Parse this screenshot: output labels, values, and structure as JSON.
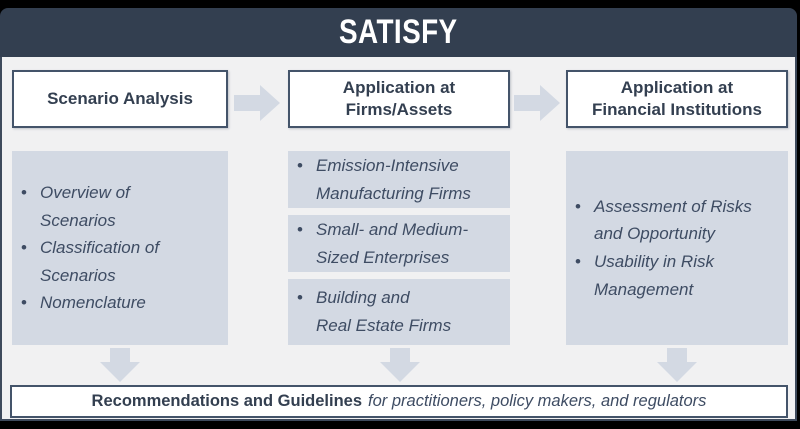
{
  "title": "SATISFY",
  "columns": [
    {
      "header": "Scenario Analysis",
      "boxes": [
        {
          "items": [
            "Overview of\nScenarios",
            "Classification of\nScenarios",
            "Nomenclature"
          ]
        }
      ]
    },
    {
      "header": "Application at\nFirms/Assets",
      "boxes": [
        {
          "items": [
            "Emission-Intensive\nManufacturing Firms"
          ]
        },
        {
          "items": [
            "Small- and Medium-\nSized Enterprises"
          ]
        },
        {
          "items": [
            "Building and\nReal Estate Firms"
          ]
        }
      ]
    },
    {
      "header": "Application at\nFinancial Institutions",
      "boxes": [
        {
          "items": [
            "Assessment of Risks\nand Opportunity",
            "Usability in Risk\nManagement"
          ]
        }
      ]
    }
  ],
  "footer": {
    "bold": "Recommendations and Guidelines",
    "rest": "for practitioners, policy makers, and regulators"
  },
  "colors": {
    "header_bg": "#333F50",
    "slide_bg": "#f1f1f2",
    "box_fill": "#d3d9e3",
    "arrow_fill": "#d3d9e3",
    "border_navy": "#44546A",
    "text_header": "#333F50",
    "text_body": "#3e4c63",
    "frame": "#000000"
  }
}
